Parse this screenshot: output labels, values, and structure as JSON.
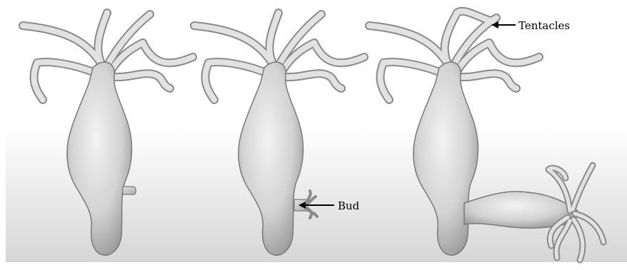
{
  "diagram": {
    "labels": {
      "tentacles": "Tentacles",
      "bud": "Bud"
    },
    "stages": [
      "stage-1",
      "stage-2",
      "stage-3"
    ],
    "colors": {
      "body_light": "#f2f2f2",
      "body_mid": "#cfcfcf",
      "body_dark": "#8e8e8e",
      "outline": "#7a7a7a",
      "background_gradient_top": "#ffffff",
      "background_gradient_bottom": "#d6d6d6",
      "arrow": "#000000"
    }
  }
}
